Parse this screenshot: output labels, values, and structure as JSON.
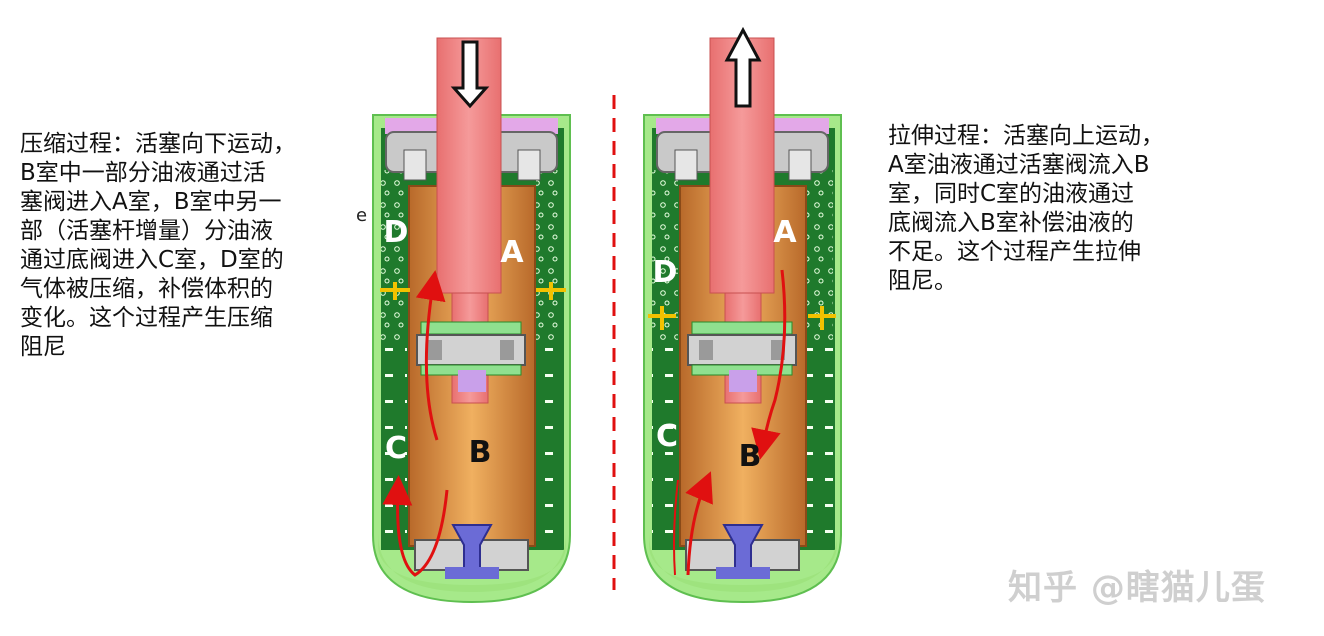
{
  "left_text": "压缩过程：活塞向下运动，\nB室中一部分油液通过活\n塞阀进入A室，B室中另一\n部（活塞杆增量）分油液\n通过底阀进入C室，D室的\n气体被压缩，补偿体积的\n变化。这个过程产生压缩\n阻尼",
  "right_text": "拉伸过程：活塞向上运动，\nA室油液通过活塞阀流入B\n室，同时C室的油液通过\n底阀流入B室补偿油液的\n不足。这个过程产生拉伸\n阻尼。",
  "left_shock": {
    "label_a": "A",
    "label_b": "B",
    "label_c": "C",
    "label_d": "D"
  },
  "right_shock": {
    "label_a": "A",
    "label_b": "B",
    "label_c": "C",
    "label_d": "D"
  },
  "stray_char": "e",
  "watermark": "知乎 @瞎猫儿蛋",
  "colors": {
    "outer_green": "#a6e98a",
    "inner_green": "#1f7a2c",
    "oil": "#d38a3f",
    "rod": "#ee8080",
    "valve_gray": "#c9c9c9",
    "valve_purple": "#c9a0ea",
    "blue_valve": "#6b6bd6",
    "flow_arrow": "#e01010",
    "divider": "#e01010"
  }
}
